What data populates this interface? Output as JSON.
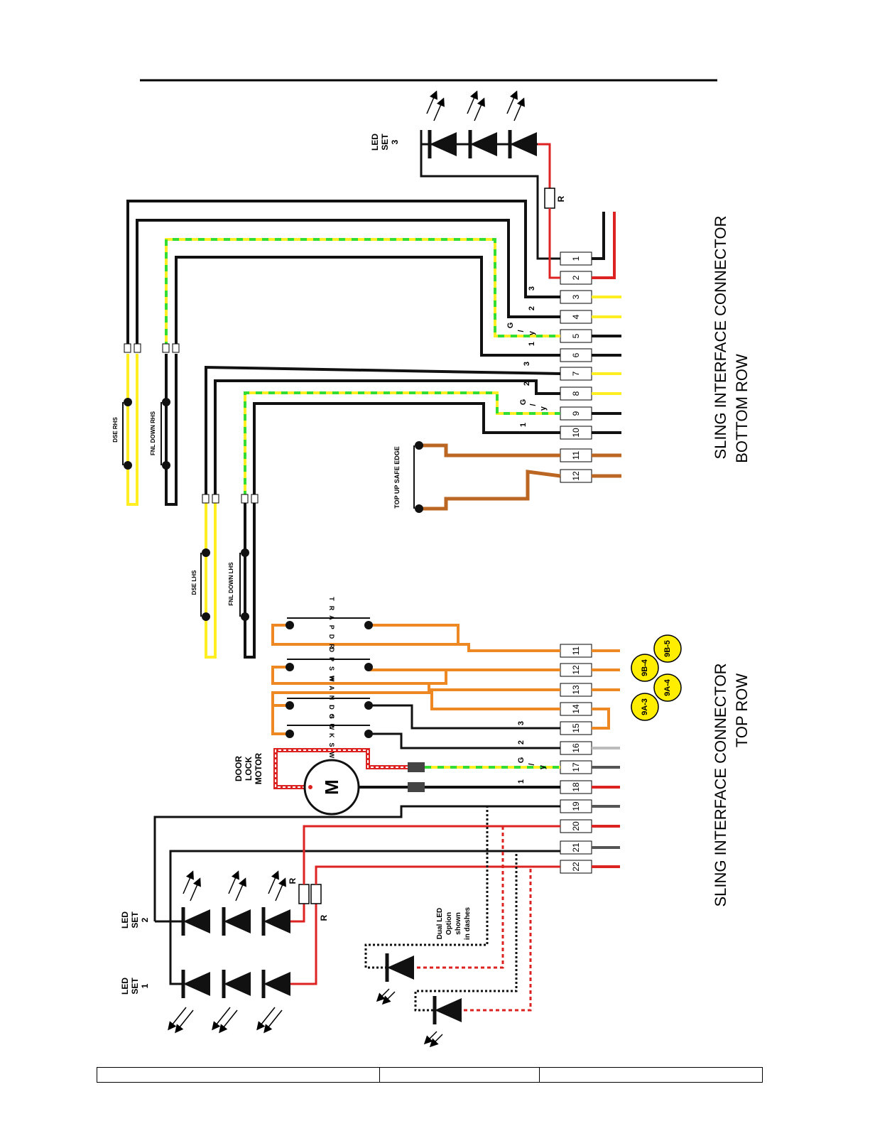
{
  "labels": {
    "bottom_connector_line1": "SLING INTERFACE CONNECTOR",
    "bottom_connector_line2": "BOTTOM ROW",
    "top_connector_line1": "SLING INTERFACE CONNECTOR",
    "top_connector_line2": "TOP ROW",
    "led_set_3": [
      "LED",
      "SET",
      "3"
    ],
    "led_set_2": [
      "LED",
      "SET",
      "2"
    ],
    "led_set_1": [
      "LED",
      "SET",
      "1"
    ],
    "dse_rhs": "DSE RHS",
    "fnl_down_rhs": "FNL DOWN RHS",
    "dse_lhs": "DSE LHS",
    "fnl_down_lhs": "FNL DOWN LHS",
    "top_up_safe_edge": "TOP UP SAFE EDGE",
    "trapdr": "TRAPDR",
    "dpsw": "DPSW",
    "handsw": "HANDSW",
    "locksw": "LOCKSW",
    "door_lock_motor": [
      "DOOR",
      "LOCK",
      "MOTOR"
    ],
    "motor_symbol": "M",
    "resistor": "R",
    "dual_led_note": [
      "Dual LED",
      "Option",
      "shown",
      "in dashes"
    ],
    "wire_number_1": "1",
    "wire_number_2": "2",
    "wire_number_3": "3",
    "gy_code": [
      "G",
      "/",
      "y"
    ]
  },
  "bottom_row_pins": [
    "1",
    "2",
    "3",
    "4",
    "5",
    "6",
    "7",
    "8",
    "9",
    "10",
    "11",
    "12"
  ],
  "top_row_pins": [
    "11",
    "12",
    "13",
    "14",
    "15",
    "16",
    "17",
    "18",
    "19",
    "20",
    "21",
    "22"
  ],
  "badges": [
    "9A-3",
    "9B-4",
    "9A-4",
    "9B-5"
  ],
  "colors": {
    "black": "#111111",
    "red": "#dd2222",
    "yellow": "#ffee22",
    "green": "#33dd33",
    "orange": "#ee8822",
    "brown": "#bb6622",
    "grey": "#bbbbbb",
    "badge_yellow": "#ffee00"
  }
}
